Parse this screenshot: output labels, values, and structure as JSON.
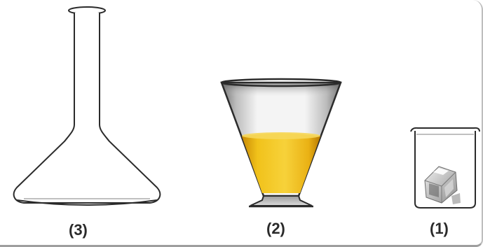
{
  "items": [
    {
      "label": "(3)",
      "name": "flask"
    },
    {
      "label": "(2)",
      "name": "conical-glass"
    },
    {
      "label": "(1)",
      "name": "beaker"
    }
  ],
  "colors": {
    "liquid": "#f1c21b",
    "liquid_dark": "#d89b0a",
    "glass_outline": "#2b2b2b",
    "glass_tint": "#8a8a8a"
  }
}
